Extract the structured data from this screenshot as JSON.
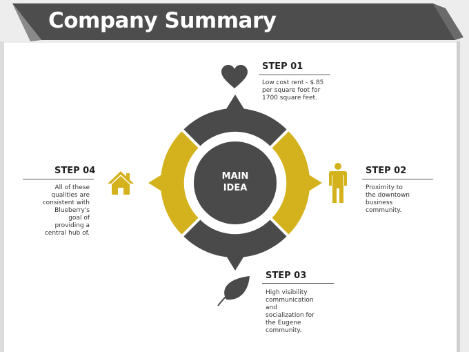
{
  "slide": {
    "title": "Company Summary",
    "colors": {
      "dark": "#4a4a4a",
      "accent": "#d4b21e",
      "frame": "#ededed"
    }
  },
  "diagram": {
    "center": {
      "line1": "MAIN",
      "line2": "IDEA"
    },
    "steps": [
      {
        "title": "STEP 01",
        "icon": "heart-icon",
        "text": [
          "Low cost rent - $.85",
          "per square foot for",
          "1700 square feet."
        ]
      },
      {
        "title": "STEP 02",
        "icon": "person-icon",
        "text": [
          "Proximity  to",
          "the downtown",
          "business",
          "community."
        ]
      },
      {
        "title": "STEP 03",
        "icon": "leaf-icon",
        "text": [
          "High visibility",
          "communication",
          "and",
          "socialization  for",
          "the Eugene",
          "community."
        ]
      },
      {
        "title": "STEP 04",
        "icon": "house-icon",
        "text": [
          "All of these",
          "qualities are",
          "consistent with",
          "Blueberry's",
          "goal of",
          "providing a",
          "central hub of."
        ]
      }
    ]
  }
}
